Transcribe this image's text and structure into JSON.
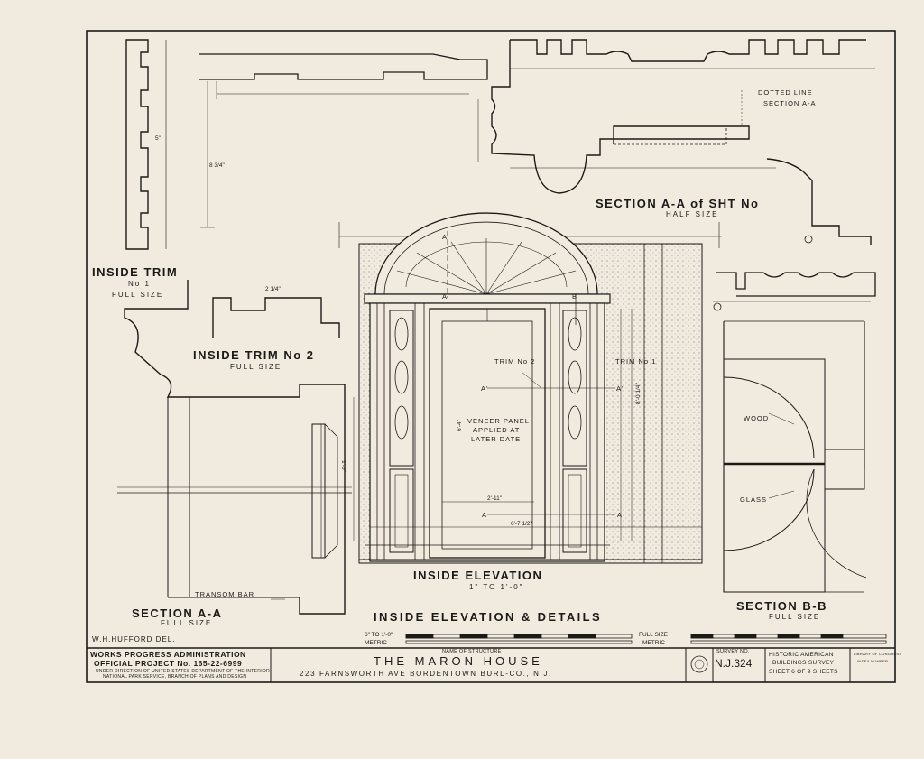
{
  "views": {
    "inside_trim_1": {
      "title": "INSIDE  TRIM",
      "number": "No 1",
      "scale": "FULL  SIZE",
      "dim_width": "5\"",
      "dim_height": "8 3/4\""
    },
    "inside_trim_2": {
      "title": "INSIDE  TRIM  No 2",
      "scale": "FULL  SIZE",
      "dim_width": "2 1/4\""
    },
    "section_aa_top": {
      "title": "SECTION  A-A  of  SHT No",
      "scale": "HALF  SIZE",
      "note_dotted": "DOTTED  LINE",
      "note_section": "SECTION  A-A"
    },
    "inside_elevation": {
      "title": "INSIDE  ELEVATION",
      "scale": "1\" TO 1'-0\"",
      "trim_no2": "TRIM  No 2",
      "trim_no1": "TRIM  No 1",
      "veneer_note_1": "VENEER  PANEL",
      "veneer_note_2": "APPLIED  AT",
      "veneer_note_3": "LATER  DATE",
      "dim_width_door": "2'-11\"",
      "dim_width_total": "6'-7 1/2\"",
      "dim_height_door": "6'-4\"",
      "dim_height_total": "8'-0 1/4\"",
      "label_a": "A",
      "label_a_prime": "A'",
      "label_b": "B"
    },
    "section_aa_bottom": {
      "title": "SECTION  A-A",
      "scale": "FULL  SIZE",
      "transom_bar": "TRANSOM  BAR",
      "dim_height": "1'-0\""
    },
    "section_bb": {
      "title": "SECTION  B-B",
      "scale": "FULL  SIZE",
      "wood": "WOOD",
      "glass": "GLASS"
    }
  },
  "sheet_title": "INSIDE  ELEVATION  &  DETAILS",
  "scale_bars": {
    "left_a": "6\" TO 1'-0\"",
    "left_b": "METRIC",
    "right_a": "FULL  SIZE",
    "right_b": "METRIC"
  },
  "delineator": "W.H.HUFFORD     DEL.",
  "title_block": {
    "agency_1": "WORKS  PROGRESS  ADMINISTRATION",
    "agency_2": "OFFICIAL  PROJECT  No. 165-22-6999",
    "agency_3": "UNDER DIRECTION OF UNITED STATES DEPARTMENT OF THE INTERIOR",
    "agency_4": "NATIONAL PARK SERVICE, BRANCH OF PLANS AND DESIGN",
    "structure_label": "NAME OF STRUCTURE",
    "structure_name": "THE  MARON  HOUSE",
    "address": "223  FARNSWORTH  AVE  BORDENTOWN  BURL-CO., N.J.",
    "survey_label": "SURVEY NO.",
    "survey_no": "N.J.324",
    "habs_1": "HISTORIC AMERICAN",
    "habs_2": "BUILDINGS SURVEY",
    "sheet_no": "SHEET  6  OF  9  SHEETS",
    "library_1": "LIBRARY OF CONGRESS",
    "library_2": "INDEX NUMBER"
  }
}
